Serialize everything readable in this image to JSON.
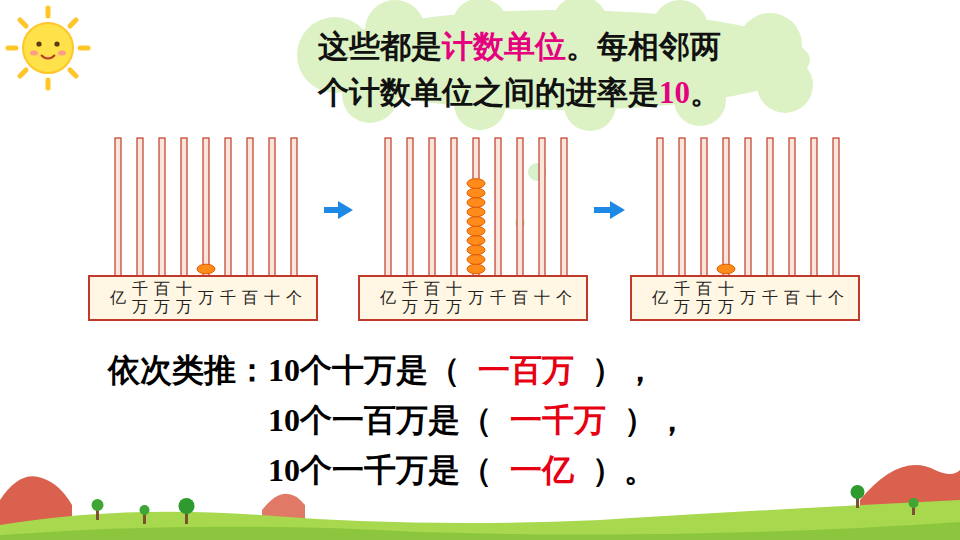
{
  "diagram": {
    "nodes": [
      {
        "text": [
          "这些都是",
          "计数单位",
          "。每相邻两个计数单位之间的进率是",
          "10",
          "。"
        ]
      },
      {
        "text": [
          "亿",
          "千万",
          "百万",
          "十万",
          "万",
          "千",
          "百",
          "十",
          "个"
        ]
      },
      {
        "text": [
          "亿",
          "千万",
          "百万",
          "十万",
          "万",
          "千",
          "百",
          "十",
          "个"
        ]
      },
      {
        "text": [
          "亿",
          "千万",
          "百万",
          "十万",
          "万",
          "千",
          "百",
          "十",
          "个"
        ]
      }
    ],
    "edges": [
      {
        "from": 1,
        "to": 2,
        "arrow": "to"
      },
      {
        "from": 2,
        "to": 3,
        "arrow": "to"
      }
    ],
    "labels": [
      "依次类推：",
      "10个十万是（",
      "一百万",
      "），",
      "10个一百万是（",
      "一千万",
      "），",
      "10个一千万是（",
      "一亿",
      "）。"
    ]
  }
}
